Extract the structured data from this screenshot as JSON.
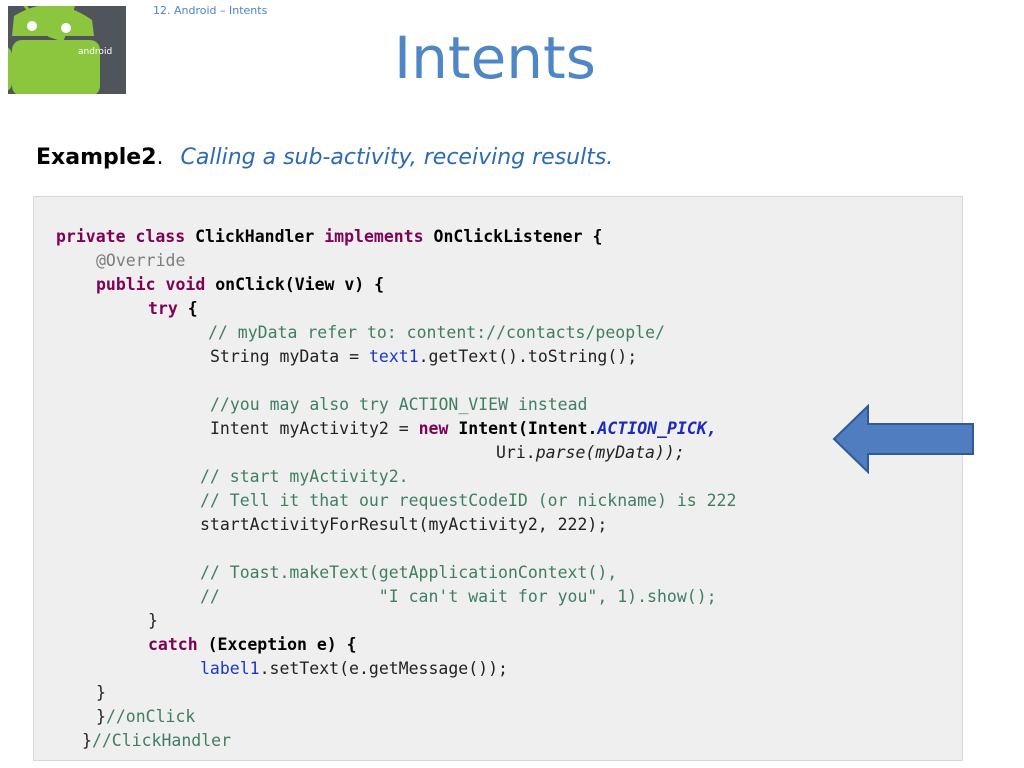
{
  "breadcrumb": "12. Android – Intents",
  "title": "Intents",
  "subtitle": {
    "example": "Example2",
    "separator": ".",
    "description": "Calling a sub-activity, receiving results."
  },
  "logo": {
    "text": "android"
  },
  "code": {
    "l1_kw1": "private",
    "l1_kw2": "class",
    "l1_id1": "ClickHandler",
    "l1_kw3": "implements",
    "l1_id2": "OnClickListener {",
    "l2_annotation": "@Override",
    "l3_kw1": "public",
    "l3_kw2": "void",
    "l3_id": "onClick(View v) {",
    "l4_kw": "try",
    "l4_brace": " {",
    "l5_comment": "// myData refer to: content://contacts/people/",
    "l6_a": "String myData = ",
    "l6_field": "text1",
    "l6_b": ".getText().toString();",
    "l7_comment": "//you may also try ACTION_VIEW instead",
    "l8_a": "Intent myActivity2 = ",
    "l8_kw": "new",
    "l8_id": "Intent(Intent.",
    "l8_const": "ACTION_PICK,",
    "l9_a": "Uri.",
    "l9_italic": "parse(myData));",
    "l10_comment": "// start myActivity2.",
    "l11_comment": "// Tell it that our requestCodeID (or nickname) is 222",
    "l12": "startActivityForResult(myActivity2, 222);",
    "l13_comment": "// Toast.makeText(getApplicationContext(),",
    "l14_comment": "//                \"I can't wait for you\", 1).show();",
    "l15": "}",
    "l16_kw": "catch",
    "l16_id": " (Exception e) {",
    "l17_field": "label1",
    "l17_rest": ".setText(e.getMessage());",
    "l18": "}",
    "l19_a": "}",
    "l19_comment": "//onClick",
    "l20_a": "}",
    "l20_comment": "//ClickHandler"
  },
  "colors": {
    "title": "#4f86c6",
    "keyword": "#7f0055",
    "comment": "#3f7f5f",
    "arrow_fill": "#4f7dc0"
  }
}
